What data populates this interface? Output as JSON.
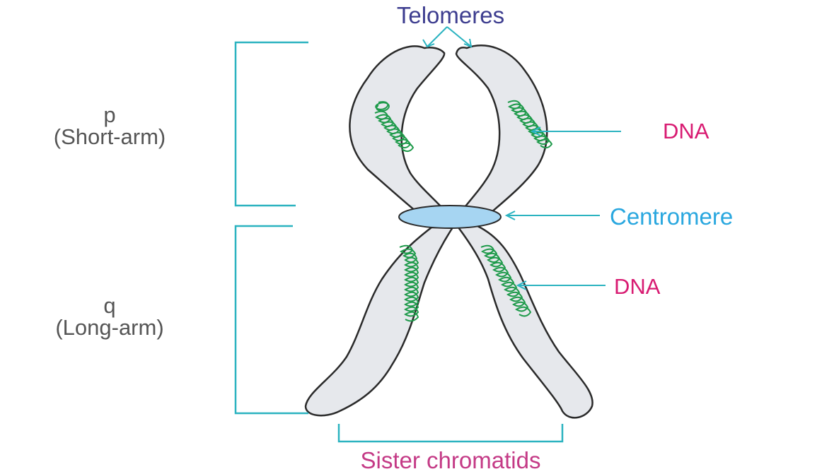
{
  "labels": {
    "telomeres": "Telomeres",
    "p": "p",
    "short_arm": "(Short-arm)",
    "q": "q",
    "long_arm": "(Long-arm)",
    "dna_upper": "DNA",
    "centromere": "Centromere",
    "dna_lower": "DNA",
    "sister_chromatids": "Sister chromatids"
  },
  "colors": {
    "telomeres_text": "#3d3d8f",
    "arm_text": "#555555",
    "dna_text": "#d81b72",
    "centromere_text": "#29a7df",
    "sister_text": "#c43a86",
    "leader": "#2bb3c0",
    "chromatid_fill": "#e6e8ec",
    "chromatid_stroke": "#2a2a2a",
    "centromere_fill": "#a6d5f2",
    "dna_coil": "#1e9a4a"
  }
}
